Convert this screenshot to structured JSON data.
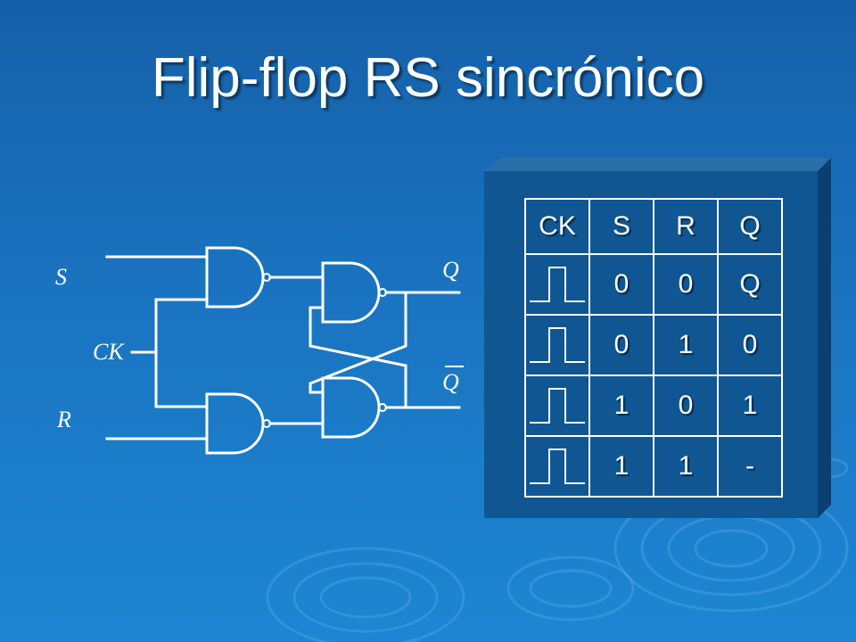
{
  "title": "Flip-flop RS sincrónico",
  "labels": {
    "s": "S",
    "ck": "CK",
    "r": "R",
    "q": "Q",
    "q_bar": "Q"
  },
  "table": {
    "headers": [
      "CK",
      "S",
      "R",
      "Q"
    ],
    "rows": [
      {
        "ck": "pulse-icon",
        "s": "0",
        "r": "0",
        "q": "Q"
      },
      {
        "ck": "pulse-icon",
        "s": "0",
        "r": "1",
        "q": "0"
      },
      {
        "ck": "pulse-icon",
        "s": "1",
        "r": "0",
        "q": "1"
      },
      {
        "ck": "pulse-icon",
        "s": "1",
        "r": "1",
        "q": "-"
      }
    ]
  },
  "colors": {
    "background": "#1a73c0",
    "panel": "#0f5693",
    "panel_edge": "#0a3f70",
    "text": "#ffffff"
  }
}
